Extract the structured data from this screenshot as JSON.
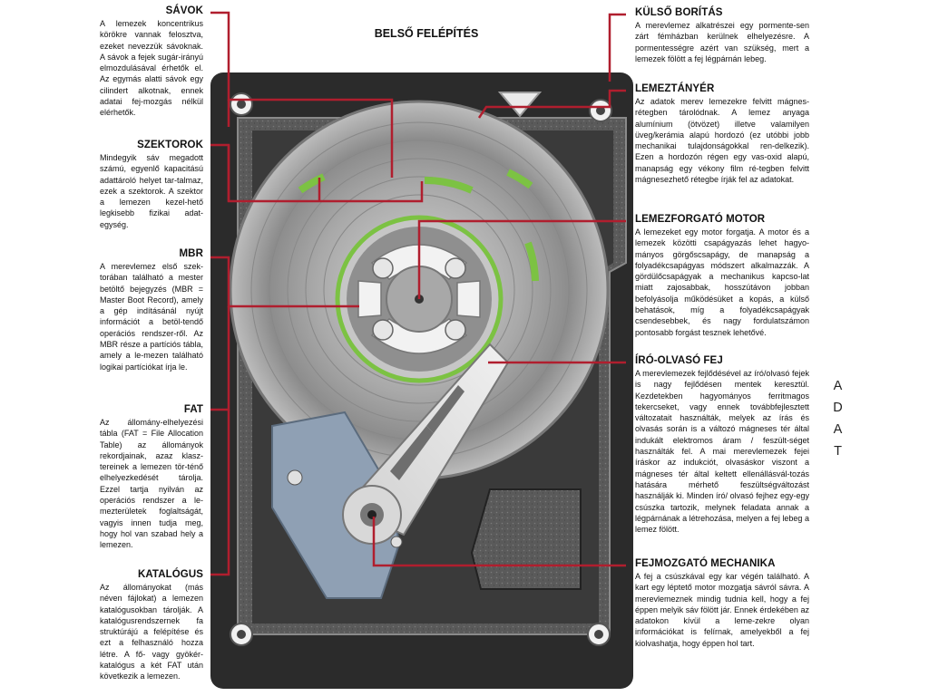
{
  "title": "BELSŐ FELÉPÍTÉS",
  "side_text": [
    "A",
    "D",
    "A",
    "T"
  ],
  "colors": {
    "callout": "#b01e2e",
    "casing": "#2a2a2a",
    "green": "#7cc243"
  },
  "sections": {
    "savok": {
      "title": "SÁVOK",
      "text": "A lemezek koncentrikus körökre vannak felosztva, ezeket nevezzük sávoknak. A sávok a fejek sugár-irányú elmozdulásával érhetők el. Az egymás alatti sávok egy cilindert alkotnak, ennek adatai fej-mozgás nélkül elérhetők."
    },
    "szektorok": {
      "title": "SZEKTOROK",
      "text": "Mindegyik sáv megadott számú, egyenlő kapacitású adattároló helyet tar-talmaz, ezek a szektorok. A szektor a lemezen kezel-hető legkisebb fizikai adat-egység."
    },
    "mbr": {
      "title": "MBR",
      "text": "A merevlemez első szek-torában található a mester betöltő bejegyzés (MBR = Master Boot Record), amely a gép indításánál nyújt információt a betöl-tendő operációs rendszer-ről. Az MBR része a partíciós tábla, amely a le-mezen található logikai partíciókat írja le."
    },
    "fat": {
      "title": "FAT",
      "text": "Az állomány-elhelyezési tábla (FAT = File Allocation Table) az állományok rekordjainak, azaz klasz-tereinek a lemezen tör-ténő elhelyezkedését tárolja. Ezzel tartja nyilván az operációs rendszer a le-mezterületek foglaltságát, vagyis innen tudja meg, hogy hol van szabad hely a lemezen."
    },
    "katalogus": {
      "title": "KATALÓGUS",
      "text": "Az állományokat (más néven fájlokat) a lemezen katalógusokban tárolják. A katalógusrendszernek fa struktúrájú a felépítése és ezt a felhasználó hozza létre. A fő- vagy gyökér-katalógus a két FAT után következik a lemezen."
    },
    "kulso": {
      "title": "KÜLSŐ BORÍTÁS",
      "text": "A merevlemez alkatrészei egy pormente-sen zárt fémházban kerülnek elhelyezésre. A pormentességre azért van szükség, mert a lemezek fölött a fej légpárnán lebeg."
    },
    "lemeztanyer": {
      "title": "LEMEZTÁNYÉR",
      "text": "Az adatok merev lemezekre felvitt mágnes-rétegben tárolódnak. A lemez anyaga alumínium (ötvözet) illetve valamilyen üveg/kerámia alapú hordozó (ez utóbbi jobb mechanikai tulajdonságokkal ren-delkezik). Ezen a hordozón régen egy vas-oxid alapú, manapság egy vékony film ré-tegben felvitt mágnesezhető rétegbe írják fel az adatokat."
    },
    "motor": {
      "title": "LEMEZFORGATÓ MOTOR",
      "text": "A lemezeket egy motor forgatja. A motor és a lemezek közötti csapágyazás lehet hagyo-mányos görgőscsapágy, de manapság a folyadékcsapágyas módszert alkalmazzák. A gördülőcsapágyak a mechanikus kapcso-lat miatt zajosabbak, hosszútávon jobban befolyásolja működésüket a kopás, a külső behatások, míg a folyadékcsapágyak csendesebbek, és nagy fordulatszámon pontosabb forgást tesznek lehetővé."
    },
    "fej": {
      "title": "ÍRÓ-OLVASÓ FEJ",
      "text": "A merevlemezek fejlődésével az író/olvasó fejek is nagy fejlődésen mentek keresztül. Kezdetekben hagyományos ferritmagos tekercseket, vagy ennek továbbfejlesztett változatait használták, melyek az írás és olvasás során is a változó mágneses tér által indukált elektromos áram / feszült-séget használták fel. A mai merevlemezek fejei íráskor az indukciót, olvasáskor viszont a mágneses tér által keltett ellenállásvál-tozás hatására mérhető feszültségváltozást használják ki. Minden író/ olvasó fejhez egy-egy csúszka tartozik, melynek feladata annak a légpárnának a létrehozása, melyen a fej lebeg a lemez fölött."
    },
    "mechanika": {
      "title": "FEJMOZGATÓ MECHANIKA",
      "text": "A fej a csúszkával egy kar végén található. A kart egy léptető motor mozgatja sávról sávra. A merevlemeznek mindig tudnia kell, hogy a fej éppen melyik sáv fölött jár. Ennek érdekében az adatokon kívül a leme-zekre olyan információkat is felírnak, amelyekből a fej kiolvashatja, hogy éppen hol tart."
    }
  }
}
